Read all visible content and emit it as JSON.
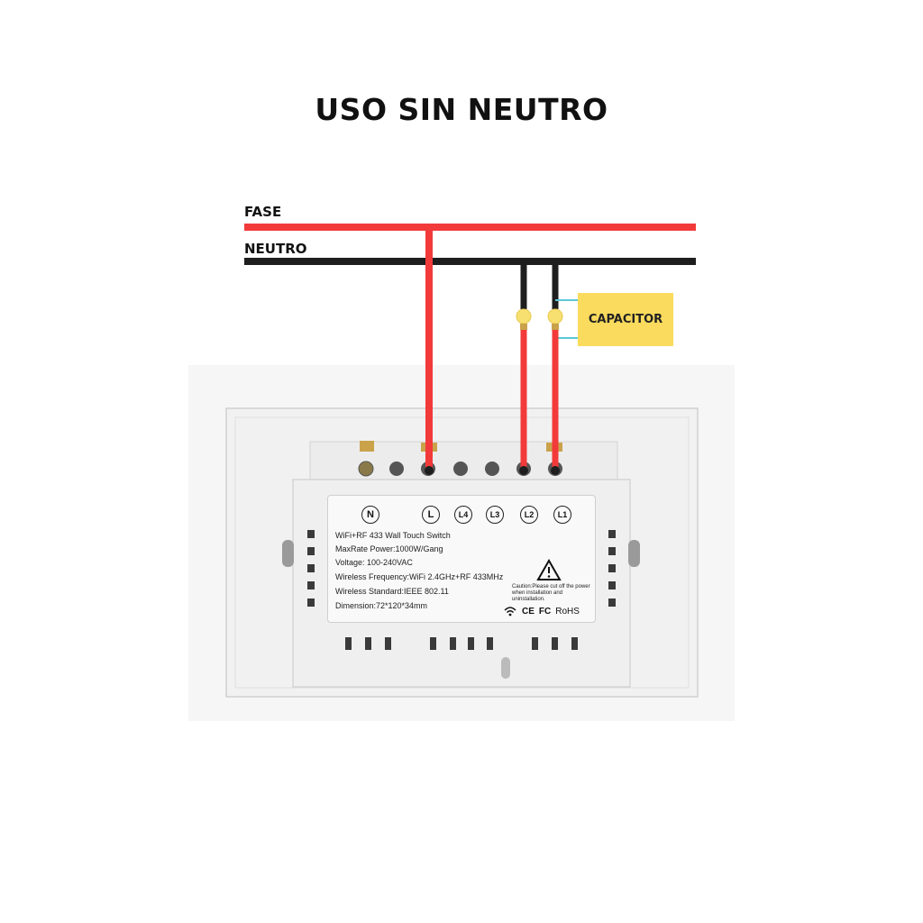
{
  "title": "USO SIN NEUTRO",
  "lines": {
    "fase_label": "FASE",
    "neutro_label": "NEUTRO"
  },
  "capacitor_label": "CAPACITOR",
  "colors": {
    "fase": "#f23a3a",
    "neutro": "#1e1e1e",
    "capacitor": "#fadb5d",
    "capacitor_wire": "#5ec6d8",
    "bulb": "#f7e070"
  },
  "switch_label": {
    "terminals": [
      "N",
      "L",
      "L4",
      "L3",
      "L2",
      "L1"
    ],
    "specs": [
      "WiFi+RF 433 Wall Touch Switch",
      "MaxRate Power:1000W/Gang",
      "Voltage: 100-240VAC",
      "Wireless Frequency:WiFi 2.4GHz+RF 433MHz",
      "Wireless Standard:IEEE 802.11",
      "Dimension:72*120*34mm"
    ],
    "caution": "Caution:Please cut off the power when installation and uninstallation.",
    "certifications": [
      "CE",
      "FC",
      "RoHS"
    ],
    "icons": [
      "wifi-icon",
      "warning-icon"
    ]
  }
}
